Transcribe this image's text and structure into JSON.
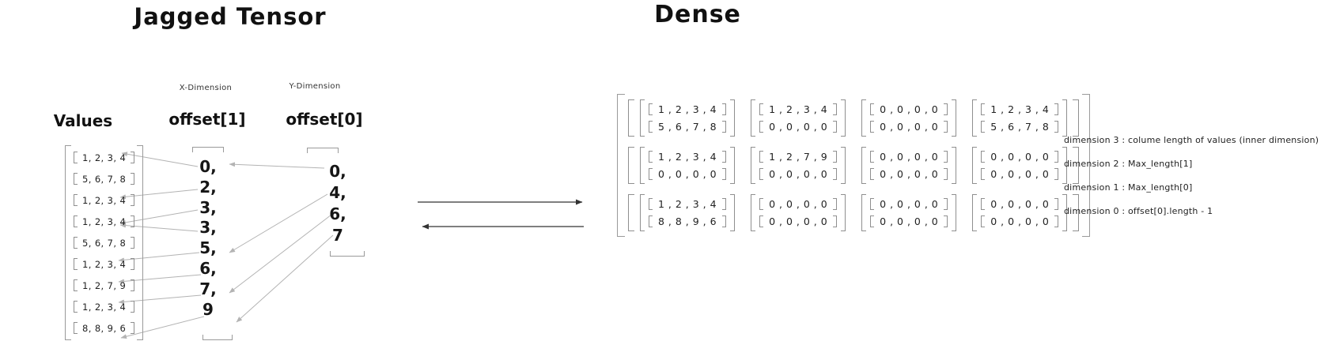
{
  "jagged": {
    "title": "Jagged Tensor",
    "values_label": "Values",
    "x_dimension_label": "X-Dimension",
    "y_dimension_label": "Y-Dimension",
    "offset1_label": "offset[1]",
    "offset0_label": "offset[0]",
    "values_rows": [
      "1, 2, 3, 4",
      "5, 6, 7, 8",
      "1, 2, 3, 4",
      "1, 2, 3, 4",
      "5, 6, 7, 8",
      "1, 2, 3, 4",
      "1, 2, 7, 9",
      "1, 2, 3, 4",
      "8, 8, 9, 6"
    ],
    "offset1_values": [
      "0,",
      "2,",
      "3,",
      "3,",
      "5,",
      "6,",
      "7,",
      "9"
    ],
    "offset0_values": [
      "0,",
      "4,",
      "6,",
      "7"
    ]
  },
  "dense": {
    "title": "Dense",
    "rows": [
      {
        "cells": [
          {
            "lines": [
              "1 , 2 , 3 , 4",
              "5 , 6 , 7 , 8"
            ]
          },
          {
            "lines": [
              "1 , 2 , 3 , 4",
              "0 , 0 , 0 , 0"
            ]
          },
          {
            "lines": [
              "0 , 0 , 0 , 0",
              "0 , 0 , 0 , 0"
            ]
          },
          {
            "lines": [
              "1 , 2 , 3 , 4",
              "5 , 6 , 7 , 8"
            ]
          }
        ]
      },
      {
        "cells": [
          {
            "lines": [
              "1 , 2 , 3 , 4",
              "0 , 0 , 0 , 0"
            ]
          },
          {
            "lines": [
              "1 , 2 , 7 , 9",
              "0 , 0 , 0 , 0"
            ]
          },
          {
            "lines": [
              "0 , 0 , 0 , 0",
              "0 , 0 , 0 , 0"
            ]
          },
          {
            "lines": [
              "0 , 0 , 0 , 0",
              "0 , 0 , 0 , 0"
            ]
          }
        ]
      },
      {
        "cells": [
          {
            "lines": [
              "1 , 2 , 3 , 4",
              "8 , 8 , 9 , 6"
            ]
          },
          {
            "lines": [
              "0 , 0 , 0 , 0",
              "0 , 0 , 0 , 0"
            ]
          },
          {
            "lines": [
              "0 , 0 , 0 , 0",
              "0 , 0 , 0 , 0"
            ]
          },
          {
            "lines": [
              "0 , 0 , 0 , 0",
              "0 , 0 , 0 , 0"
            ]
          }
        ]
      }
    ]
  },
  "annotations": [
    "dimension 3 : colume length of values (inner dimension)",
    "dimension 2 : Max_length[1]",
    "dimension 1 : Max_length[0]",
    "dimension 0 : offset[0].length - 1"
  ],
  "colors": {
    "ink": "#111111",
    "bracket": "#9a9a9a",
    "connector": "#b3b3b3",
    "arrow": "#333333"
  }
}
